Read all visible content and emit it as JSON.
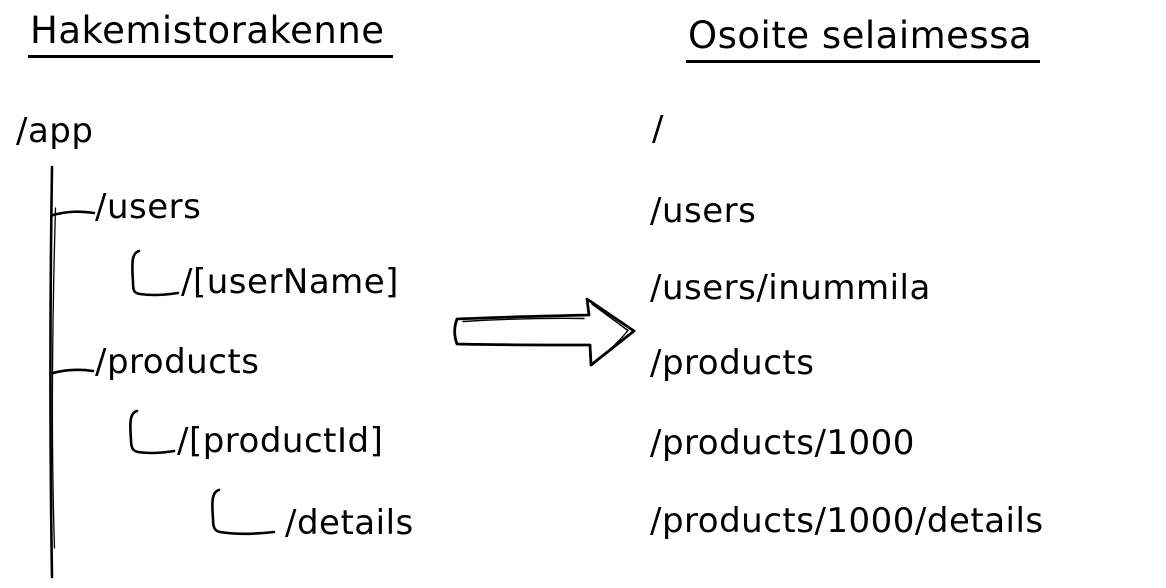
{
  "meta": {
    "background_color": "#ffffff",
    "ink_color": "#000000"
  },
  "left_column": {
    "title": "Hakemistorakenne",
    "nodes": [
      {
        "label": "/app",
        "depth": 0
      },
      {
        "label": "/users",
        "depth": 1
      },
      {
        "label": "/[userName]",
        "depth": 2
      },
      {
        "label": "/products",
        "depth": 1
      },
      {
        "label": "/[productId]",
        "depth": 2
      },
      {
        "label": "/details",
        "depth": 3
      }
    ]
  },
  "right_column": {
    "title": "Osoite selaimessa",
    "addresses": [
      {
        "path": "/"
      },
      {
        "path": "/users"
      },
      {
        "path": "/users/inummila"
      },
      {
        "path": "/products"
      },
      {
        "path": "/products/1000"
      },
      {
        "path": "/products/1000/details"
      }
    ]
  },
  "arrow": {
    "direction": "right"
  }
}
